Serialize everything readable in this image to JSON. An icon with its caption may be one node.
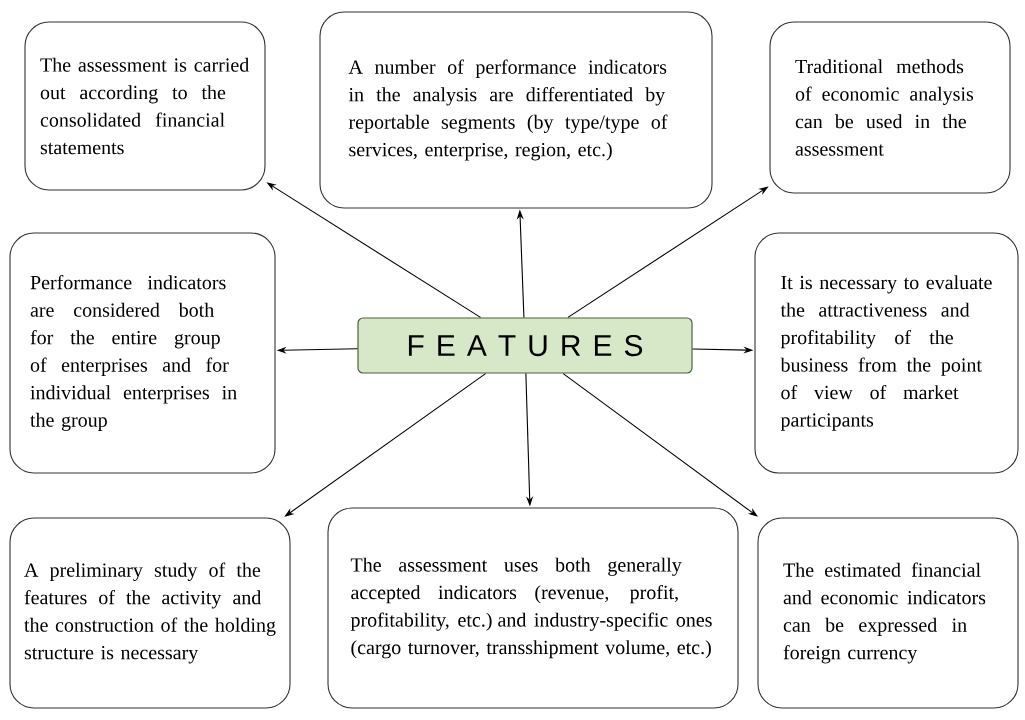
{
  "diagram": {
    "nodes": [
      {
        "text": [
          "The assessment is carried out according to the consolidated financial statements"
        ]
      },
      {
        "text": [
          "A number of performance indicators in the analysis are differentiated by reportable segments (by type/type of services, enterprise, region, etc.)"
        ]
      },
      {
        "text": [
          "Traditional methods of economic analysis can be used in the assessment"
        ]
      },
      {
        "text": [
          "Performance indicators are considered both for the entire group of enterprises and for individual enterprises in the group"
        ]
      },
      {
        "text": [
          "F E A T U R E S"
        ]
      },
      {
        "text": [
          "It is necessary to evaluate the attractiveness and profitability of the business from the point of view of market participants"
        ]
      },
      {
        "text": [
          "A preliminary study of the features of the activity and the construction of the holding structure is necessary"
        ]
      },
      {
        "text": [
          "The assessment uses both generally accepted indicators (revenue, profit, profitability, etc.) and industry-specific ones (cargo turnover, transshipment volume, etc.)"
        ]
      },
      {
        "text": [
          "The estimated financial and economic indicators can be expressed in foreign currency"
        ]
      }
    ],
    "edges": [
      {
        "from": 4,
        "to": 0,
        "arrow": "to"
      },
      {
        "from": 4,
        "to": 1,
        "arrow": "to"
      },
      {
        "from": 4,
        "to": 2,
        "arrow": "to"
      },
      {
        "from": 4,
        "to": 3,
        "arrow": "to"
      },
      {
        "from": 4,
        "to": 5,
        "arrow": "to"
      },
      {
        "from": 4,
        "to": 6,
        "arrow": "to"
      },
      {
        "from": 4,
        "to": 7,
        "arrow": "to"
      },
      {
        "from": 4,
        "to": 8,
        "arrow": "to"
      }
    ]
  }
}
